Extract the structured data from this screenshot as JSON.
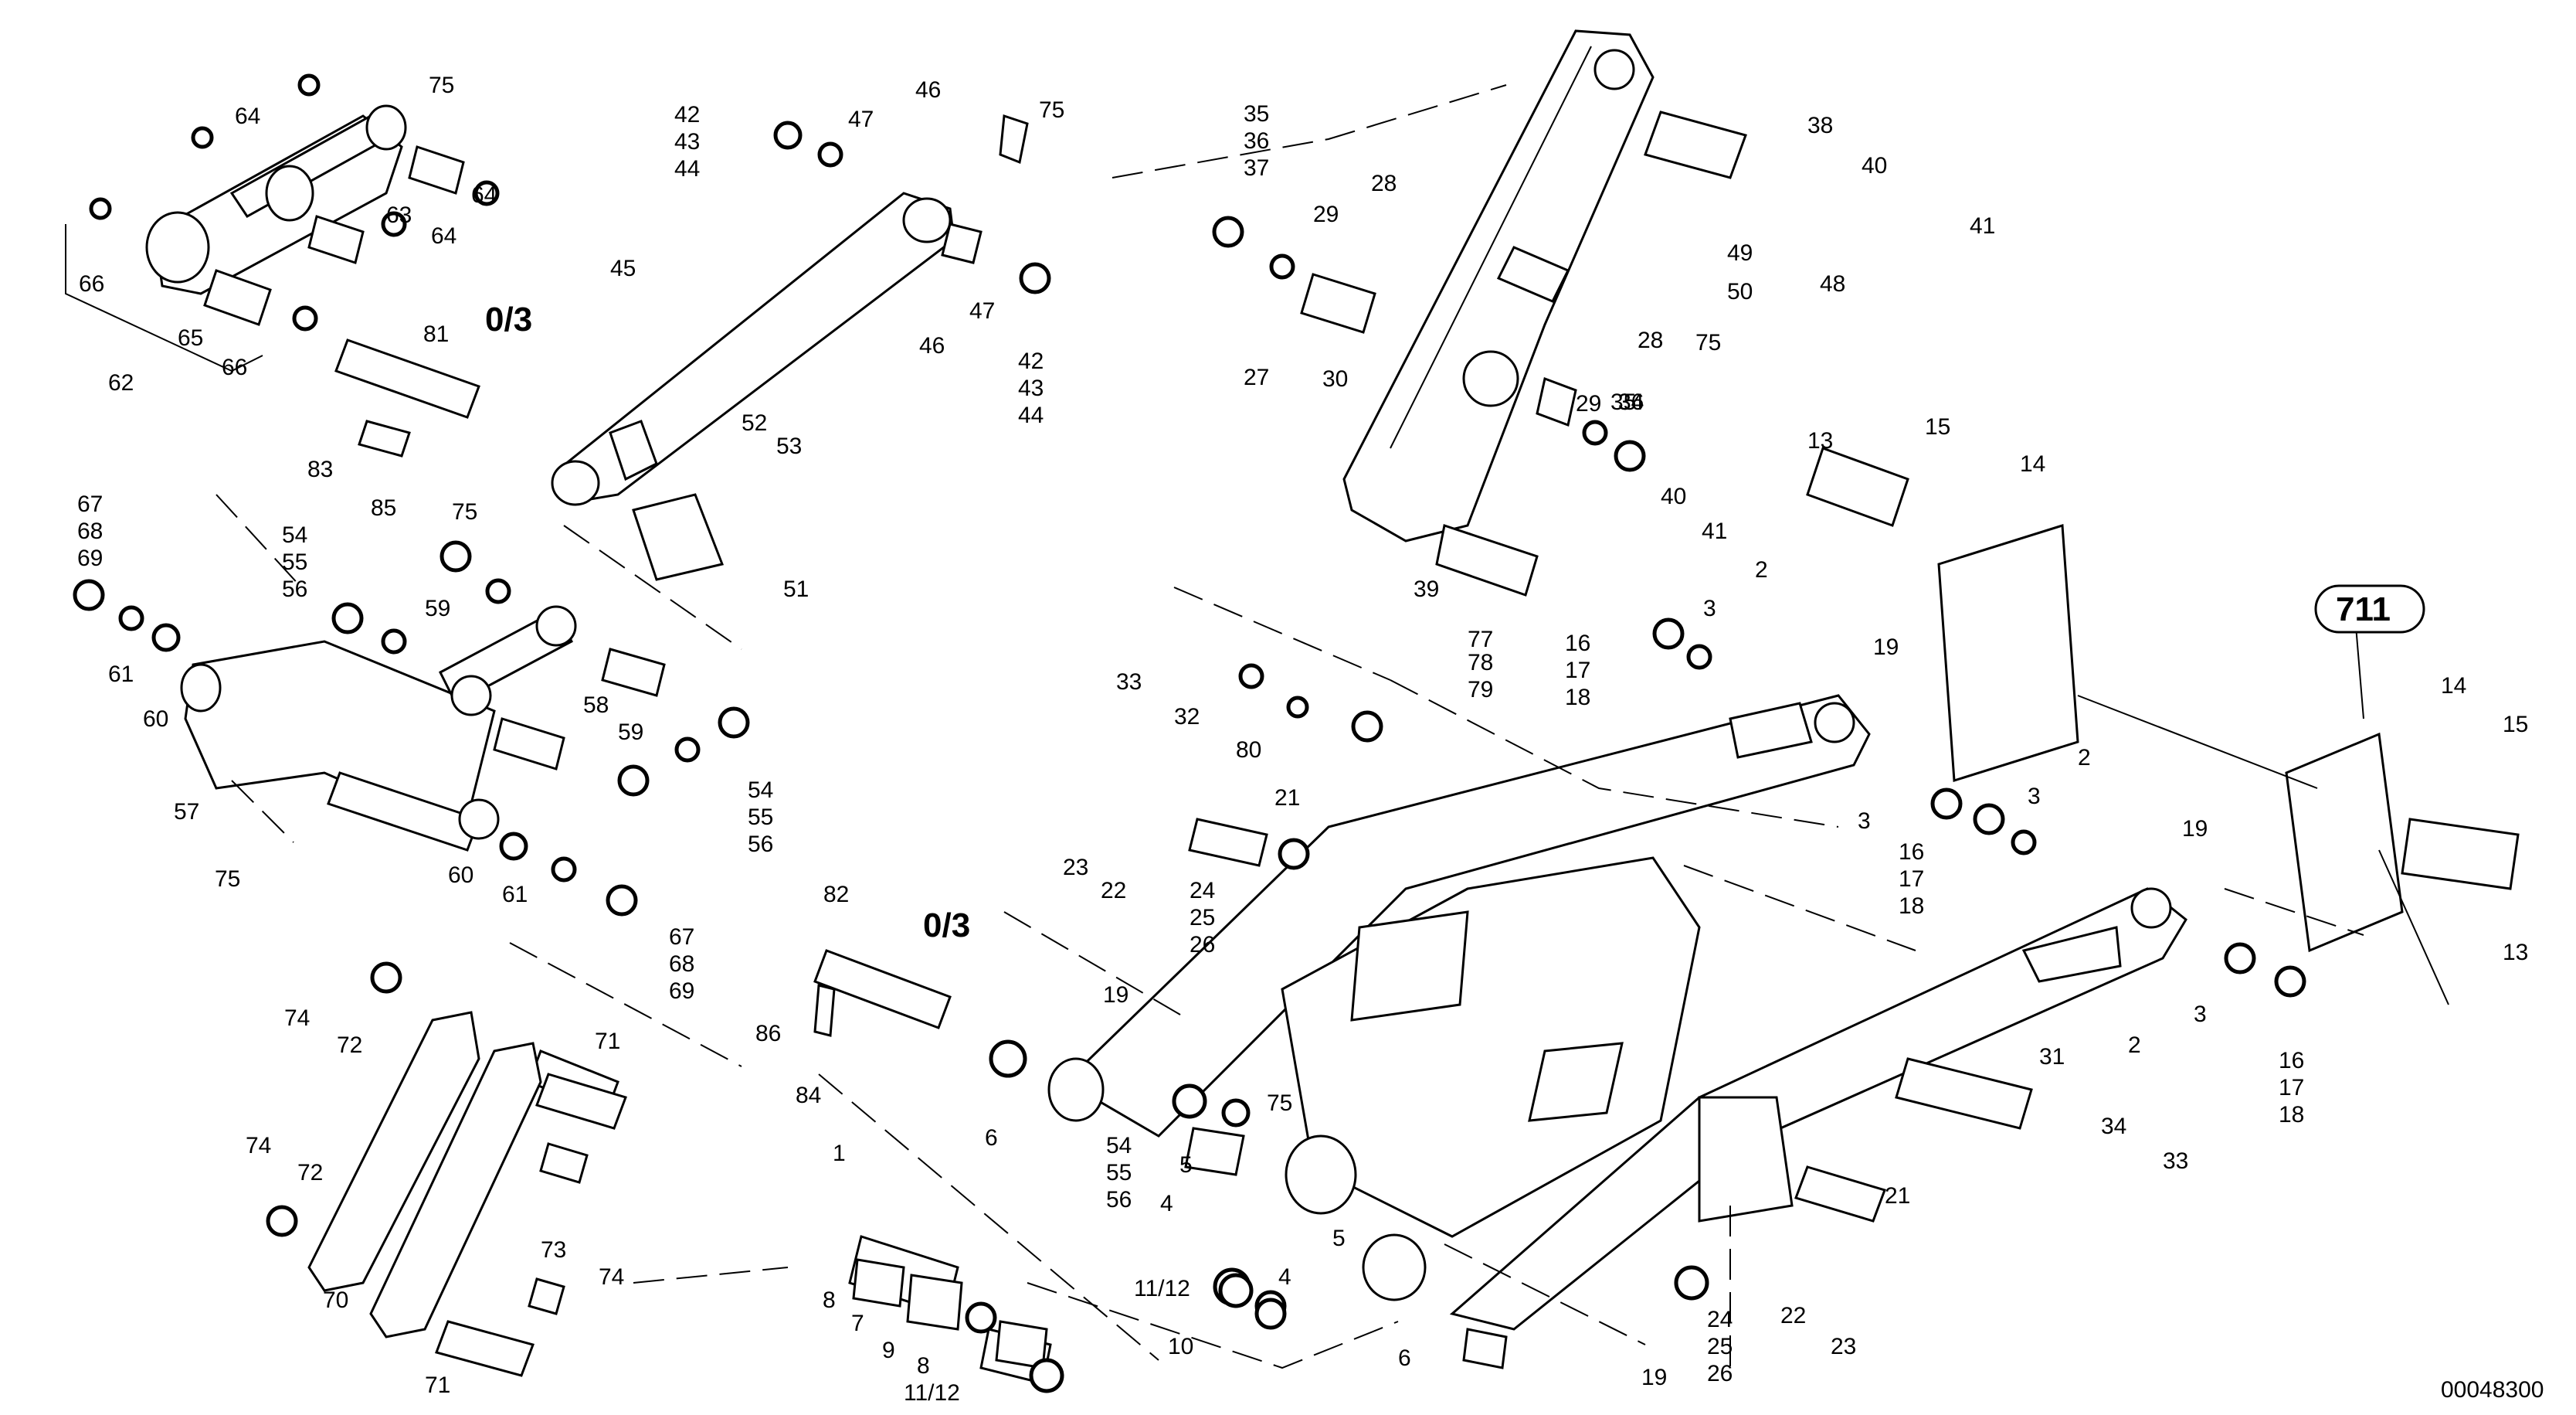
{
  "drawing": {
    "id_number": "00048300",
    "group_ref": "711",
    "variant_marks": [
      "0/3",
      "0/3"
    ]
  },
  "callouts": [
    "75",
    "64",
    "64",
    "63",
    "64",
    "66",
    "65",
    "66",
    "62",
    "42",
    "43",
    "44",
    "46",
    "47",
    "45",
    "75",
    "47",
    "46",
    "42",
    "43",
    "44",
    "35",
    "36",
    "37",
    "28",
    "29",
    "30",
    "27",
    "38",
    "40",
    "41",
    "49",
    "50",
    "48",
    "28",
    "29",
    "35",
    "36",
    "34",
    "75",
    "40",
    "41",
    "39",
    "81",
    "83",
    "85",
    "52",
    "53",
    "51",
    "67",
    "68",
    "69",
    "54",
    "55",
    "56",
    "75",
    "59",
    "61",
    "60",
    "58",
    "59",
    "57",
    "75",
    "60",
    "61",
    "54",
    "55",
    "56",
    "67",
    "68",
    "69",
    "13",
    "15",
    "14",
    "2",
    "3",
    "16",
    "17",
    "18",
    "19",
    "77",
    "78",
    "79",
    "33",
    "32",
    "80",
    "2",
    "3",
    "3",
    "16",
    "17",
    "18",
    "21",
    "23",
    "22",
    "24",
    "25",
    "26",
    "19",
    "14",
    "15",
    "13",
    "2",
    "3",
    "16",
    "17",
    "18",
    "82",
    "86",
    "84",
    "19",
    "6",
    "1",
    "54",
    "55",
    "56",
    "5",
    "4",
    "75",
    "31",
    "34",
    "33",
    "21",
    "74",
    "72",
    "71",
    "74",
    "72",
    "73",
    "74",
    "70",
    "71",
    "8",
    "7",
    "9",
    "8",
    "11/12",
    "11/12",
    "10",
    "4",
    "5",
    "6",
    "19",
    "22",
    "23",
    "24",
    "25",
    "26"
  ]
}
